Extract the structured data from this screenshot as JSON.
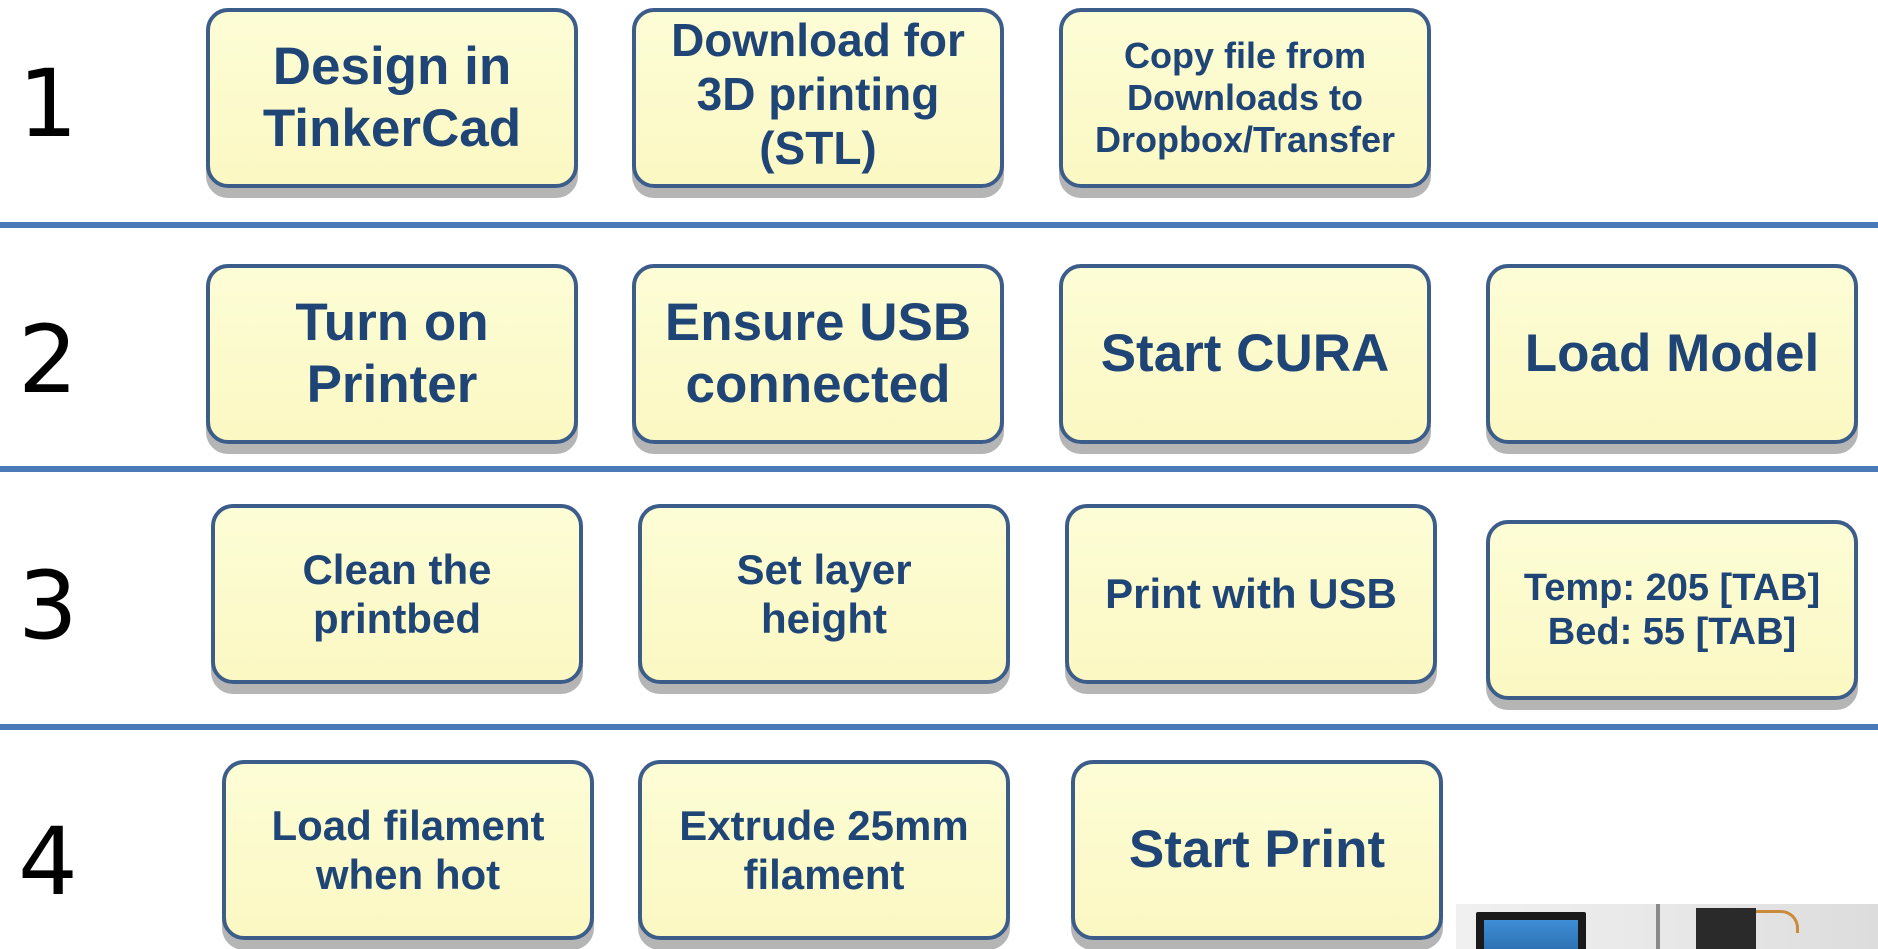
{
  "rows": [
    {
      "number": "1",
      "steps": [
        "Design in\nTinkerCad",
        "Download for\n3D printing\n(STL)",
        "Copy file from\nDownloads to\nDropbox/Transfer"
      ]
    },
    {
      "number": "2",
      "steps": [
        "Turn on\nPrinter",
        "Ensure USB\nconnected",
        "Start CURA",
        "Load Model"
      ]
    },
    {
      "number": "3",
      "steps": [
        "Clean the\nprintbed",
        "Set layer\nheight",
        "Print with USB",
        "Temp: 205 [TAB]\nBed: 55 [TAB]"
      ]
    },
    {
      "number": "4",
      "steps": [
        "Load filament\nwhen hot",
        "Extrude 25mm\nfilament",
        "Start Print"
      ]
    }
  ],
  "colors": {
    "box_fill": "#fbf8c3",
    "box_border": "#3c5d8a",
    "box_text": "#1f4576",
    "divider": "#4a7ab8"
  },
  "icons": {
    "photo": "printer-setup-photo"
  }
}
